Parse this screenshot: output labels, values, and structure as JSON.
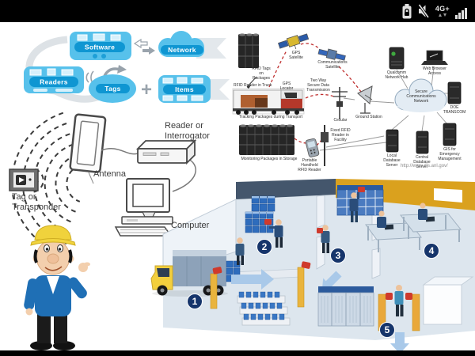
{
  "status_bar": {
    "network": "4G+"
  },
  "cycle": {
    "software": "Software",
    "network": "Network",
    "readers": "Readers",
    "tags": "Tags",
    "items": "Items",
    "plus": "+"
  },
  "rfid": {
    "reader": "Reader or Interrogator",
    "antenna": "Antenna",
    "tag": "Tag or Transponder",
    "computer": "Computer"
  },
  "net": {
    "gps_satellite": "GPS Satellite",
    "comm_satellite": "Communications Satellite",
    "tags_on_packages": "RFID Tags on Packages",
    "reader_in_truck": "RFID Reader in Truck",
    "gps_locator": "GPS Locator",
    "two_way": "Two Way Secure Data Transmission",
    "tracking": "Tracking Packages during Transport",
    "monitoring": "Monitoring Packages in Storage",
    "cellular": "Cellular",
    "ground_station": "Ground Station",
    "qualcomm_hub": "Qualcomm Network Hub",
    "web_browser": "Web Browser Access",
    "secure_cloud": "Secure Communications Network",
    "doe_transcom": "DOE TRANSCOM",
    "local_db": "Local Database Server",
    "central_db": "Central Database Server",
    "gis": "GIS for Emergency Management",
    "fixed_reader": "Fixed RFID Reader in Facility",
    "portable_reader": "Portable Handheld RFID Reader",
    "url": "http://www.dis.anl.gov/"
  },
  "warehouse": {
    "steps": [
      "1",
      "2",
      "3",
      "4",
      "5"
    ]
  },
  "colors": {
    "accent_blue": "#57c1eb",
    "pill_blue": "#0f96d2",
    "badge_navy": "#16356b",
    "wave_red": "#c03030",
    "wall_yellow": "#daa11e"
  }
}
